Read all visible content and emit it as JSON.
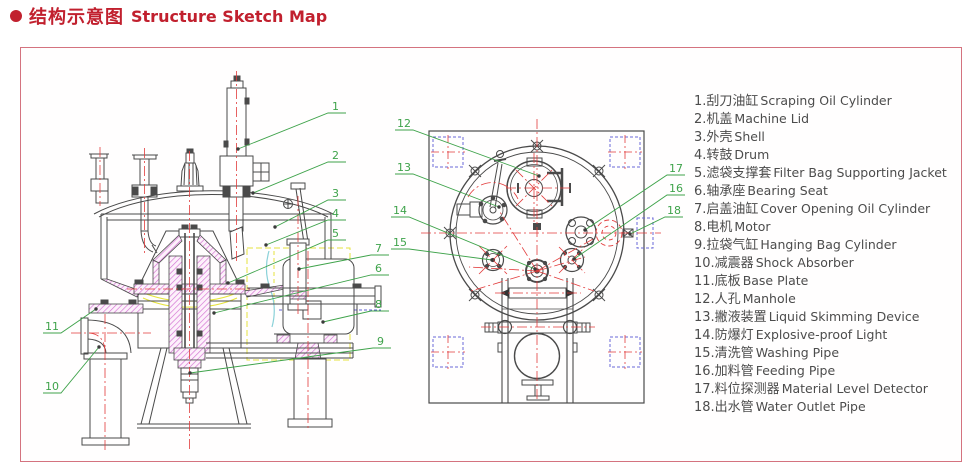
{
  "title": {
    "zh": "结构示意图",
    "en": "Structure Sketch Map"
  },
  "colors": {
    "title_red": "#c1202e",
    "frame_border": "#d4737f",
    "line_gray": "#4a4a4a",
    "centerline_red": "#e23b3b",
    "leader_green": "#3fa34b",
    "hatch_pink": "#d26fd2",
    "aux_yellow": "#e6e33e",
    "aux_blue": "#6363d6",
    "aux_cyan": "#8ad1d8"
  },
  "callouts": {
    "c1": "1",
    "c2": "2",
    "c3": "3",
    "c4": "4",
    "c5": "5",
    "c6": "6",
    "c7": "7",
    "c8": "8",
    "c9": "9",
    "c10": "10",
    "c11": "11",
    "c12": "12",
    "c13": "13",
    "c14": "14",
    "c15": "15",
    "c16": "16",
    "c17": "17",
    "c18": "18"
  },
  "legend": {
    "items": [
      {
        "zh": "1.刮刀油缸",
        "en": "Scraping Oil Cylinder"
      },
      {
        "zh": "2.机盖",
        "en": "Machine Lid"
      },
      {
        "zh": "3.外壳",
        "en": "Shell"
      },
      {
        "zh": "4.转鼓",
        "en": "Drum"
      },
      {
        "zh": "5.滤袋支撑套",
        "en": "Filter Bag Supporting Jacket"
      },
      {
        "zh": "6.轴承座",
        "en": "Bearing Seat"
      },
      {
        "zh": "7.启盖油缸",
        "en": "Cover Opening Oil Cylinder"
      },
      {
        "zh": "8.电机",
        "en": "Motor"
      },
      {
        "zh": "9.拉袋气缸",
        "en": "Hanging Bag Cylinder"
      },
      {
        "zh": "10.减震器",
        "en": "Shock Absorber"
      },
      {
        "zh": "11.底板",
        "en": "Base Plate"
      },
      {
        "zh": "12.人孔",
        "en": "Manhole"
      },
      {
        "zh": "13.撇液装置",
        "en": "Liquid Skimming Device"
      },
      {
        "zh": "14.防爆灯",
        "en": "Explosive-proof Light"
      },
      {
        "zh": "15.清洗管",
        "en": "Washing Pipe"
      },
      {
        "zh": "16.加料管",
        "en": "Feeding Pipe"
      },
      {
        "zh": "17.料位探测器",
        "en": "Material Level Detector"
      },
      {
        "zh": "18.出水管",
        "en": "Water Outlet Pipe"
      }
    ]
  }
}
